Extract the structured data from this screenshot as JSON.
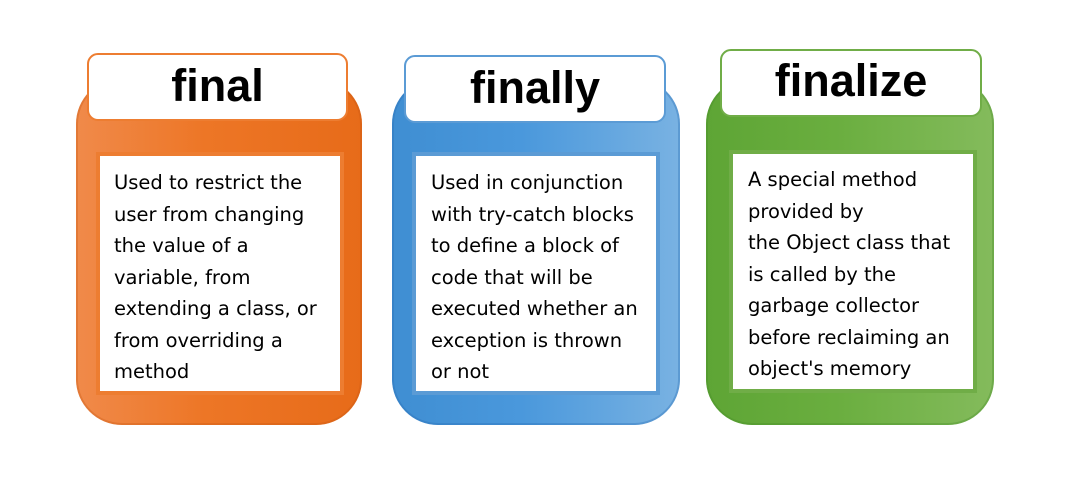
{
  "cards": [
    {
      "title": "final",
      "lines": [
        "Used to restrict the",
        "user from changing",
        "the value of a",
        "variable, from",
        "extending a class, or",
        "from overriding a",
        "method"
      ],
      "color": "#ed7d31"
    },
    {
      "title": "finally",
      "lines": [
        "Used in conjunction",
        "with try-catch blocks",
        "to define a block of",
        "code that will be",
        "executed whether an",
        "exception is thrown",
        "or not"
      ],
      "color": "#5b9bd5"
    },
    {
      "title": "finalize",
      "lines": [
        "A special method",
        "provided by",
        "the Object class that",
        "is called by the",
        "garbage collector",
        "before reclaiming an",
        "object's memory"
      ],
      "color": "#70ad47"
    }
  ]
}
